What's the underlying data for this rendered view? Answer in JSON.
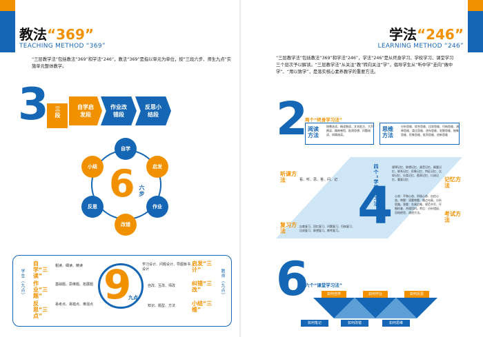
{
  "left": {
    "title_main": "教法",
    "title_num": "“369”",
    "subtitle": "TEACHING METHOD “369”",
    "intro": "“三层教学法”包括教法“369”和学法“246”，教法“369”是指以单元为单位，按“三段六步、师生九点”实施单元整体教学。",
    "three": {
      "num": "3",
      "unit": "三段",
      "stages": [
        "自学启发段",
        "作业改错段",
        "反思小结段"
      ]
    },
    "six": {
      "num": "6",
      "unit": "六步",
      "steps": [
        "自学",
        "启发",
        "作业",
        "改错",
        "反思",
        "小结"
      ]
    },
    "nine": {
      "num": "9",
      "unit": "九点",
      "student_side": "学生（九点）",
      "teacher_side": "教师（九点）",
      "left_items": [
        {
          "label": "自学“三读”",
          "detail": "粗读、细读、精读"
        },
        {
          "label": "作业“三题”",
          "detail": "基础题、思维题、拓展题"
        },
        {
          "label": "反思“三点”",
          "detail": "易考点、易错点、难混点"
        }
      ],
      "right_items": [
        {
          "label": "启发“三计”",
          "detail": "学习设计、问题设计、导图板书设计"
        },
        {
          "label": "纠错“三改”",
          "detail": "自改、互改、师改"
        },
        {
          "label": "小结“三维”",
          "detail": "知识、题型、方法"
        }
      ]
    }
  },
  "right": {
    "title_main": "学法",
    "title_num": "“246”",
    "subtitle": "LEARNING METHOD “246”",
    "intro": "“三层教学法”包括教法“369”和学法“246”，学法“246”是从终身学习、学校学习、课堂学习三个层次予以解读。“三层教学法”从关注“教”转向关注“学”，倡导学生从“听中学”走向“做中学”、“用以致学”，是落实核心素养教学的重要方法。",
    "two": {
      "num": "2",
      "caption": "两个“终身学习法”",
      "a_label": "阅读方法",
      "a_detail": "按需选读、精读细读、文本批注、大声朗读、精神感悟、批改思想、问题阅读、知情阅读。",
      "b_label": "思维方法",
      "b_detail": "分析思维、综合思维、比较思维、归纳思维、演绎思维、类比思维、逆向思维、发散思维、抽象思维、形象思维、批判思维、创新思维"
    },
    "four": {
      "num": "4",
      "caption": "四个“学校学习法”",
      "listen_label": "听课方法",
      "listen_detail": "看、听、思、答、问、记",
      "memory_label": "记忆方法",
      "memory_detail": "规律记忆、联想记忆、谐音记忆、纲要记忆、联系记忆、形象记忆、特征记忆、比较记忆、分类记忆、图表记忆、口诀记忆、重复记忆",
      "review_label": "复习方法",
      "review_detail": "自查复习、回忆复习、问题复习、归纳复习、比较复习、联想复习、教考复习。",
      "exam_label": "考试方法",
      "exam_detail": "心态：平和心态、积极心态、自信心态。审题：读题审题、圈点勾画、分析思路。答题：先易后难、规范书写、仔细检查、合理用时。考后：分析错因、总结经验、改进方法。"
    },
    "six": {
      "num": "6",
      "caption": "六个“课堂学习法”",
      "top": [
        "如何自学",
        "如何作业",
        "如何反思"
      ],
      "bottom": [
        "如何笔记",
        "如何改错",
        "如何思维"
      ]
    }
  }
}
